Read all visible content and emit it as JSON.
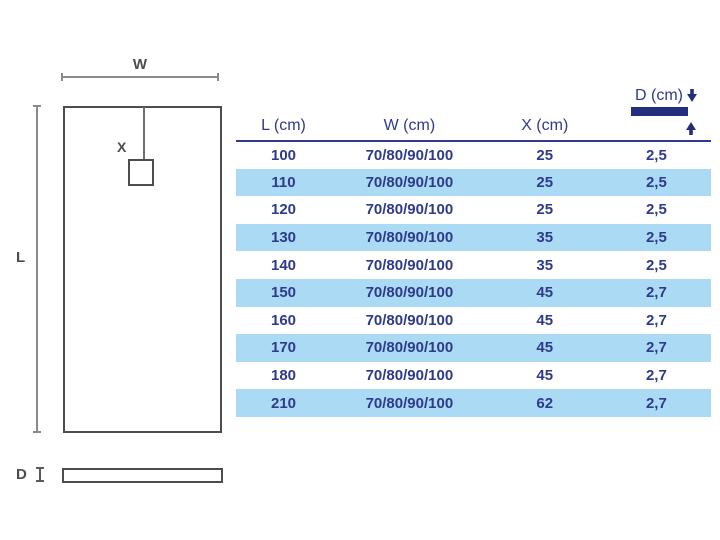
{
  "diagram": {
    "width_label": "W",
    "length_label": "L",
    "drain_offset_label": "X",
    "depth_label": "D"
  },
  "table": {
    "headers": {
      "l": "L (cm)",
      "w": "W (cm)",
      "x": "X (cm)",
      "d": "D (cm)"
    },
    "rows": [
      {
        "l": "100",
        "w": "70/80/90/100",
        "x": "25",
        "d": "2,5"
      },
      {
        "l": "110",
        "w": "70/80/90/100",
        "x": "25",
        "d": "2,5"
      },
      {
        "l": "120",
        "w": "70/80/90/100",
        "x": "25",
        "d": "2,5"
      },
      {
        "l": "130",
        "w": "70/80/90/100",
        "x": "35",
        "d": "2,5"
      },
      {
        "l": "140",
        "w": "70/80/90/100",
        "x": "35",
        "d": "2,5"
      },
      {
        "l": "150",
        "w": "70/80/90/100",
        "x": "45",
        "d": "2,7"
      },
      {
        "l": "160",
        "w": "70/80/90/100",
        "x": "45",
        "d": "2,7"
      },
      {
        "l": "170",
        "w": "70/80/90/100",
        "x": "45",
        "d": "2,7"
      },
      {
        "l": "180",
        "w": "70/80/90/100",
        "x": "45",
        "d": "2,7"
      },
      {
        "l": "210",
        "w": "70/80/90/100",
        "x": "62",
        "d": "2,7"
      }
    ]
  },
  "colors": {
    "text_navy": "#2e3a8c",
    "row_highlight_blue": "#abdaf5",
    "depth_bar_navy": "#232f7d",
    "diagram_line_gray": "#4d4d4d",
    "dimension_line_gray": "#8a8a8a"
  },
  "chart_data": {
    "type": "table",
    "columns": [
      "L (cm)",
      "W (cm)",
      "X (cm)",
      "D (cm)"
    ],
    "rows": [
      [
        "100",
        "70/80/90/100",
        "25",
        "2,5"
      ],
      [
        "110",
        "70/80/90/100",
        "25",
        "2,5"
      ],
      [
        "120",
        "70/80/90/100",
        "25",
        "2,5"
      ],
      [
        "130",
        "70/80/90/100",
        "35",
        "2,5"
      ],
      [
        "140",
        "70/80/90/100",
        "35",
        "2,5"
      ],
      [
        "150",
        "70/80/90/100",
        "45",
        "2,7"
      ],
      [
        "160",
        "70/80/90/100",
        "45",
        "2,7"
      ],
      [
        "170",
        "70/80/90/100",
        "45",
        "2,7"
      ],
      [
        "180",
        "70/80/90/100",
        "45",
        "2,7"
      ],
      [
        "210",
        "70/80/90/100",
        "62",
        "2,7"
      ]
    ]
  }
}
